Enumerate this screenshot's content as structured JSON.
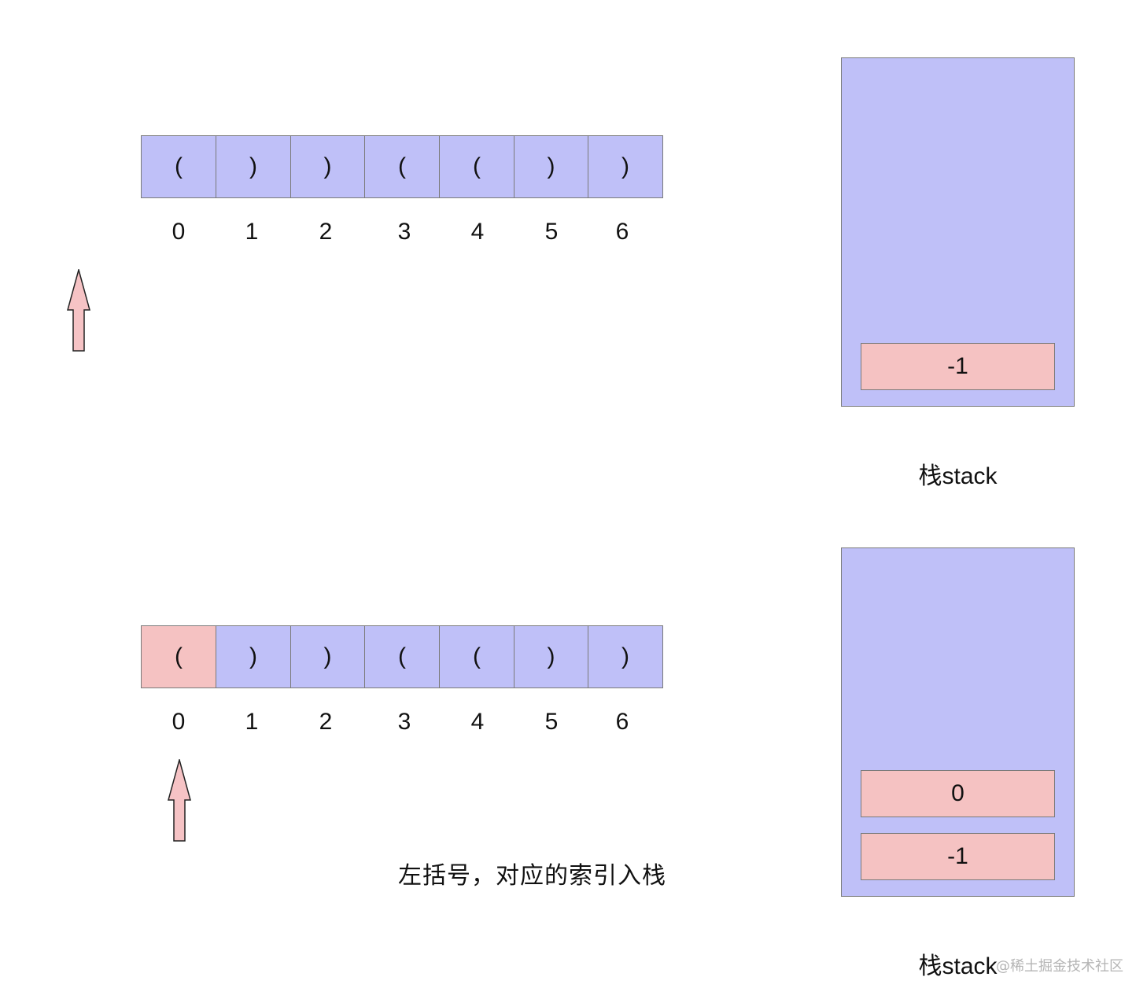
{
  "colors": {
    "cell_fill": "#bfc0f8",
    "highlight_fill": "#f5c2c2",
    "border": "#7a7a7a",
    "arrow_fill": "#f6c3c5",
    "arrow_stroke": "#222222"
  },
  "panels": [
    {
      "cells": [
        "(",
        ")",
        ")",
        "(",
        "(",
        ")",
        ")"
      ],
      "indices": [
        "0",
        "1",
        "2",
        "3",
        "4",
        "5",
        "6"
      ],
      "highlight_index": -1,
      "pointer_index": -1,
      "stack_items": [
        "-1"
      ],
      "stack_label": "栈stack",
      "caption": ""
    },
    {
      "cells": [
        "(",
        ")",
        ")",
        "(",
        "(",
        ")",
        ")"
      ],
      "indices": [
        "0",
        "1",
        "2",
        "3",
        "4",
        "5",
        "6"
      ],
      "highlight_index": 0,
      "pointer_index": 0,
      "stack_items": [
        "0",
        "-1"
      ],
      "stack_label": "栈stack",
      "caption": "左括号，对应的索引入栈"
    }
  ],
  "watermark": "@稀土掘金技术社区"
}
